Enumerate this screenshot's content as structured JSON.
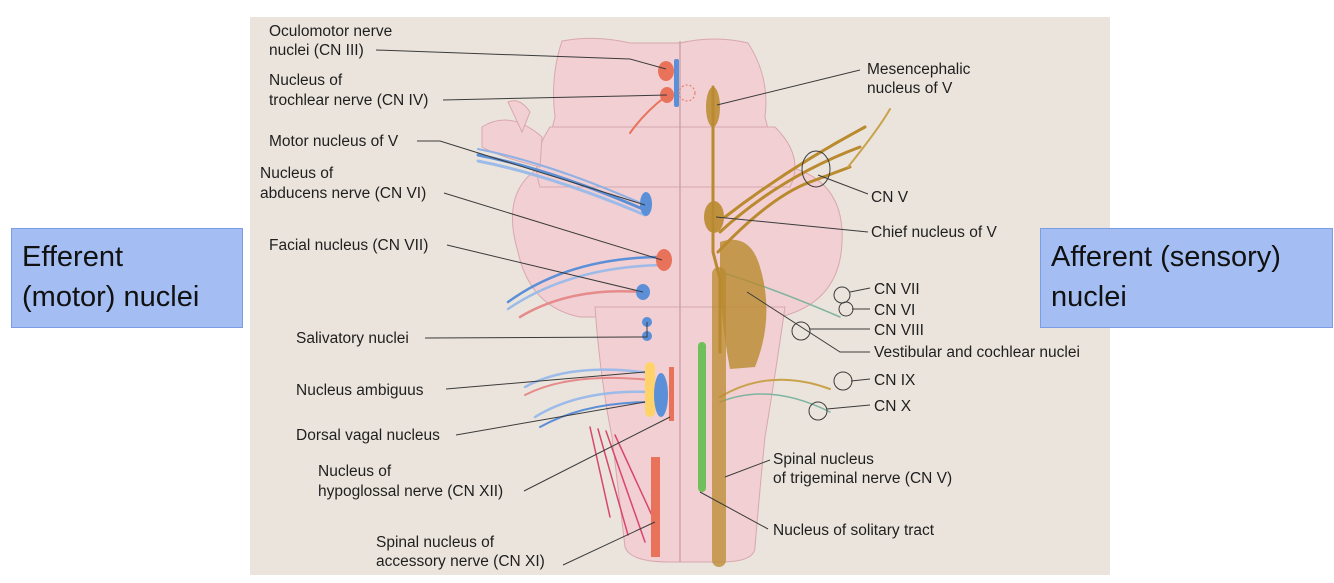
{
  "callouts": {
    "efferent": {
      "line1": "Efferent",
      "line2": "(motor) nuclei"
    },
    "afferent": {
      "line1": "Afferent (sensory)",
      "line2": "nuclei"
    }
  },
  "labels": {
    "oculomotor": {
      "line1": "Oculomotor nerve",
      "line2": "nuclei (CN III)"
    },
    "trochlear": {
      "line1": "Nucleus of",
      "line2": "trochlear nerve (CN IV)"
    },
    "motor_v": "Motor nucleus of V",
    "abducens": {
      "line1": "Nucleus of",
      "line2": "abducens nerve (CN VI)"
    },
    "facial": "Facial nucleus (CN VII)",
    "salivatory": "Salivatory nuclei",
    "ambiguus": "Nucleus ambiguus",
    "dorsal_vagal": "Dorsal vagal nucleus",
    "hypoglossal": {
      "line1": "Nucleus of",
      "line2": "hypoglossal nerve (CN XII)"
    },
    "accessory": {
      "line1": "Spinal nucleus of",
      "line2": "accessory nerve (CN XI)"
    },
    "mesencephalic": {
      "line1": "Mesencephalic",
      "line2": "nucleus of V"
    },
    "cn_v": "CN V",
    "chief_v": "Chief nucleus of V",
    "cn_vii": "CN VII",
    "cn_vi": "CN VI",
    "cn_viii": "CN VIII",
    "vestibular": "Vestibular and cochlear nuclei",
    "cn_ix": "CN IX",
    "cn_x": "CN X",
    "spinal_trigeminal": {
      "line1": "Spinal nucleus",
      "line2": "of trigeminal nerve (CN V)"
    },
    "solitary": "Nucleus of solitary tract"
  },
  "colors": {
    "figure_bg": "#ebe4dc",
    "brainstem": "#f1cfd2",
    "motor_red": "#e8735a",
    "motor_blue": "#5b8fd8",
    "sensory_gold": "#b98a2e",
    "solitary_green": "#6fbf5a",
    "callout_bg": "#a4bef3"
  }
}
